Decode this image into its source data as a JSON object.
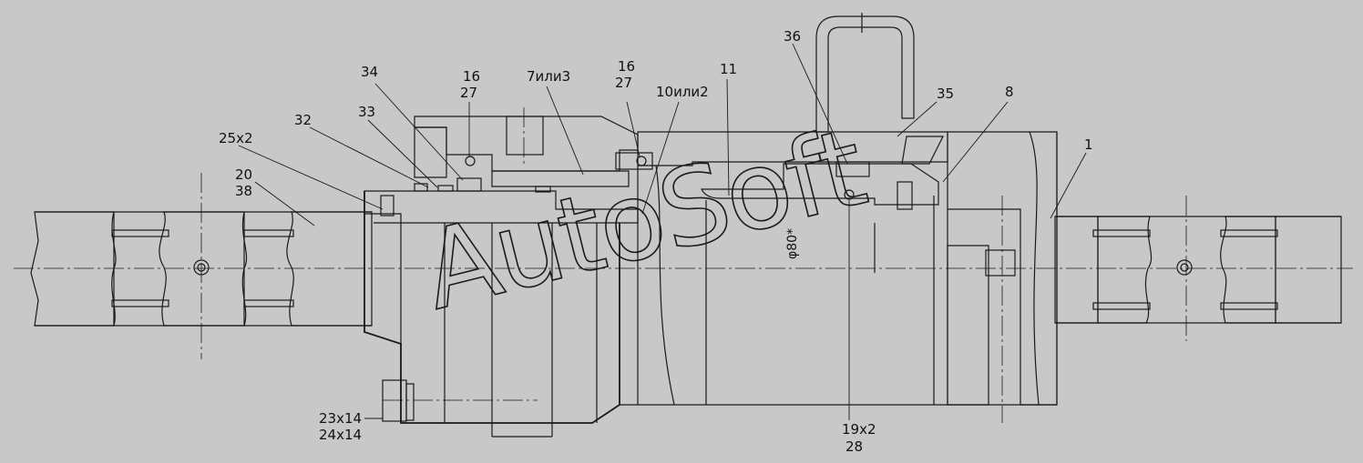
{
  "drawing": {
    "watermark": "AutoSoft",
    "diameter_label": "φ80*",
    "callouts": [
      {
        "id": "c-34",
        "lines": [
          "34"
        ]
      },
      {
        "id": "c-16-27-left",
        "lines": [
          "16",
          "27"
        ]
      },
      {
        "id": "c-7-3",
        "lines": [
          "7или3"
        ]
      },
      {
        "id": "c-16-27-right",
        "lines": [
          "16",
          "27"
        ]
      },
      {
        "id": "c-10-2",
        "lines": [
          "10или2"
        ]
      },
      {
        "id": "c-11",
        "lines": [
          "11"
        ]
      },
      {
        "id": "c-36",
        "lines": [
          "36"
        ]
      },
      {
        "id": "c-35",
        "lines": [
          "35"
        ]
      },
      {
        "id": "c-8",
        "lines": [
          "8"
        ]
      },
      {
        "id": "c-1",
        "lines": [
          "1"
        ]
      },
      {
        "id": "c-32",
        "lines": [
          "32"
        ]
      },
      {
        "id": "c-33",
        "lines": [
          "33"
        ]
      },
      {
        "id": "c-25x2",
        "lines": [
          "25x2"
        ]
      },
      {
        "id": "c-20-38",
        "lines": [
          "20",
          "38"
        ]
      },
      {
        "id": "c-23-24",
        "lines": [
          "23x14",
          "24x14"
        ]
      },
      {
        "id": "c-19-28",
        "lines": [
          "19x2",
          "28"
        ]
      }
    ]
  }
}
